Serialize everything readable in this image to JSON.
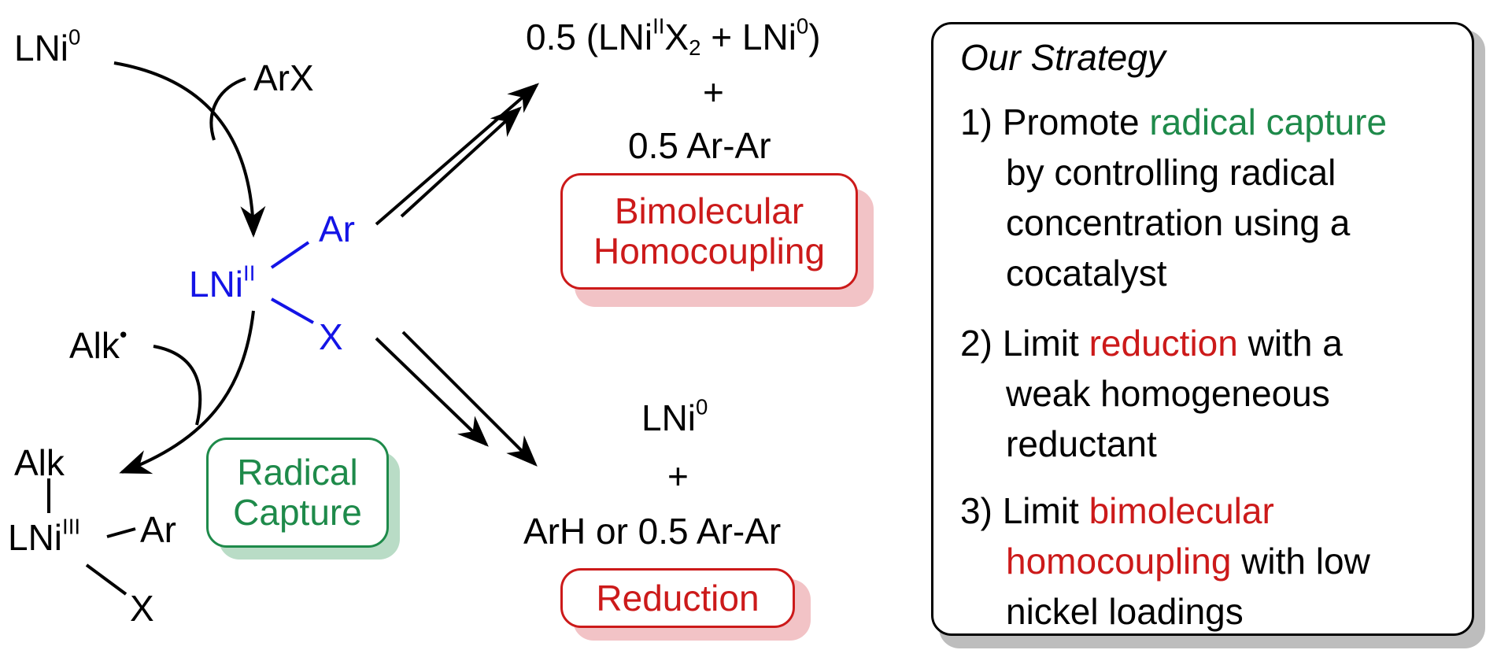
{
  "catalyst_cycle": {
    "lni0_start": {
      "base": "LNi",
      "sup": "0"
    },
    "arx": "ArX",
    "lni2": {
      "base": "LNi",
      "sup": "II",
      "ar": "Ar",
      "x": "X"
    },
    "alk_radical": {
      "base": "Alk",
      "sup": "•"
    },
    "lni3": {
      "alk": "Alk",
      "base": "LNi",
      "sup": "III",
      "ar": "Ar",
      "x": "X"
    }
  },
  "labels": {
    "radical_capture": [
      "Radical",
      "Capture"
    ],
    "bimolecular_homocoupling": [
      "Bimolecular",
      "Homocoupling"
    ],
    "reduction": "Reduction"
  },
  "homocoupling_products": {
    "coef": "0.5 (LNi",
    "sup1": "II",
    "x": "X",
    "sub": "2",
    "plus_lni": " + LNi",
    "sup2": "0",
    "close": ")",
    "plus": "+",
    "arar": "0.5 Ar-Ar"
  },
  "reduction_products": {
    "lni": "LNi",
    "sup": "0",
    "plus": "+",
    "products": "ArH or 0.5 Ar-Ar"
  },
  "strategy": {
    "title": "Our Strategy",
    "item1": {
      "num": "1)",
      "pre": "Promote ",
      "highlight": "radical capture",
      "lines": [
        "by controlling radical",
        "concentration using a",
        "cocatalyst"
      ]
    },
    "item2": {
      "num": "2)",
      "pre": "Limit ",
      "highlight": "reduction",
      "post": " with a",
      "lines": [
        "weak homogeneous",
        "reductant"
      ]
    },
    "item3": {
      "num": "3)",
      "pre": "Limit ",
      "highlight": "bimolecular",
      "highlight2": "homocoupling",
      "post2": " with low",
      "lines": [
        "nickel loadings"
      ]
    }
  },
  "colors": {
    "nickel_ii": "#1414e6",
    "radical_capture": "#1e8a4a",
    "undesired": "#cc1a1a"
  }
}
